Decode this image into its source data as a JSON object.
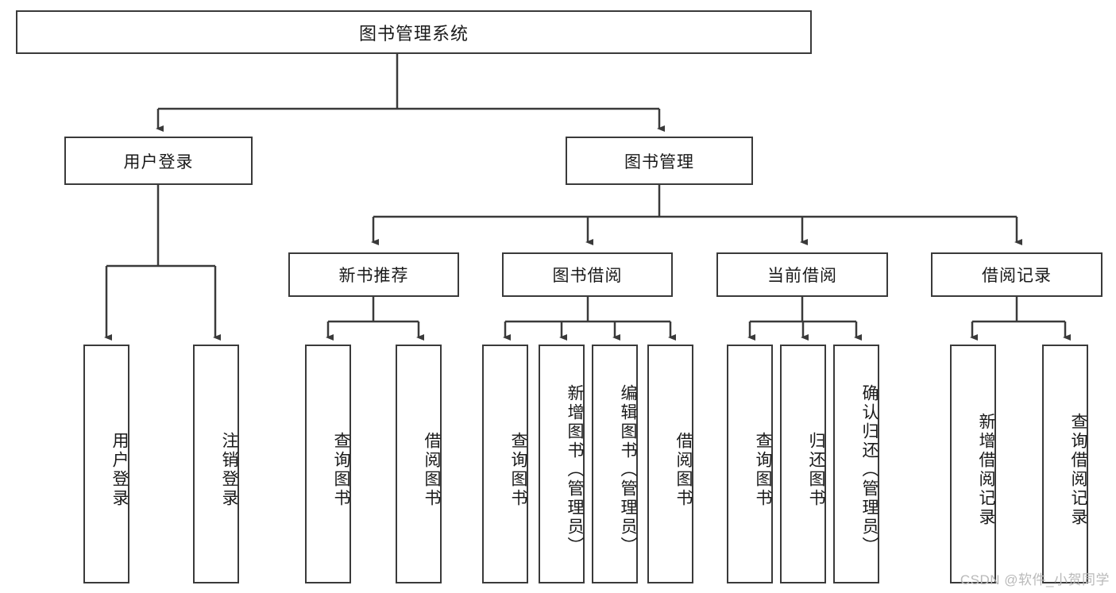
{
  "diagram": {
    "title": "图书管理系统",
    "watermark": "CSDN @软件_小贺同学",
    "colors": {
      "box_border": "#3a3a3a",
      "line": "#3a3a3a",
      "background": "#ffffff",
      "text": "#1a1a1a",
      "watermark": "#b9b9b9"
    },
    "root": {
      "label": "图书管理系统"
    },
    "level1": [
      {
        "label": "用户登录"
      },
      {
        "label": "图书管理"
      }
    ],
    "level2": [
      {
        "label": "新书推荐"
      },
      {
        "label": "图书借阅"
      },
      {
        "label": "当前借阅"
      },
      {
        "label": "借阅记录"
      }
    ],
    "leaves": {
      "user_login": [
        {
          "label": "用户登录"
        },
        {
          "label": "注销登录"
        }
      ],
      "new_book_recommend": [
        {
          "label": "查询图书"
        },
        {
          "label": "借阅图书"
        }
      ],
      "book_borrow": [
        {
          "label": "查询图书"
        },
        {
          "label": "新增图书（管理员）"
        },
        {
          "label": "编辑图书（管理员）"
        },
        {
          "label": "借阅图书"
        }
      ],
      "current_borrow": [
        {
          "label": "查询图书"
        },
        {
          "label": "归还图书"
        },
        {
          "label": "确认归还（管理员）"
        }
      ],
      "borrow_record": [
        {
          "label": "新增借阅记录"
        },
        {
          "label": "查询借阅记录"
        }
      ]
    }
  }
}
